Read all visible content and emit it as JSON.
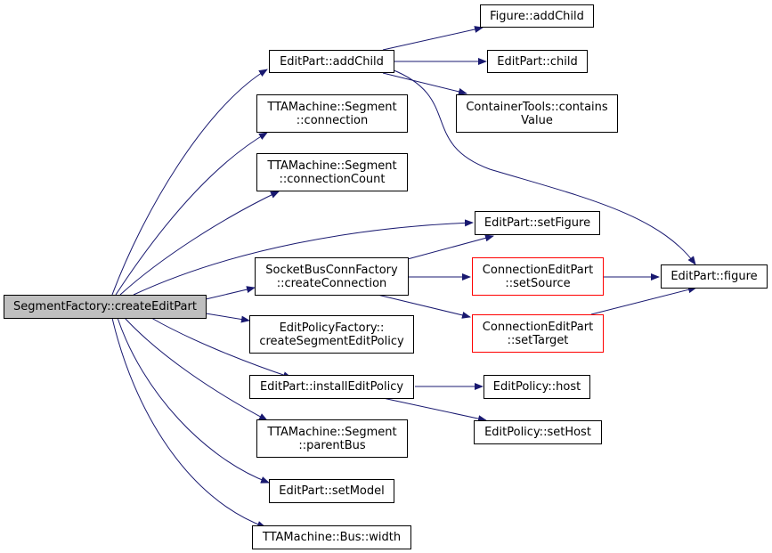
{
  "colors": {
    "edge": "#191970",
    "node_border": "#000000",
    "highlight_border": "#ff0000",
    "root_fill": "#bfbfbf"
  },
  "nodes": {
    "createEditPart": "SegmentFactory::createEditPart",
    "addChild": "EditPart::addChild",
    "figureAddChild": "Figure::addChild",
    "child": "EditPart::child",
    "containsValue": "ContainerTools::contains\nValue",
    "segConnection": "TTAMachine::Segment\n::connection",
    "segConnectionCount": "TTAMachine::Segment\n::connectionCount",
    "setFigure": "EditPart::setFigure",
    "createConnection": "SocketBusConnFactory\n::createConnection",
    "setSource": "ConnectionEditPart\n::setSource",
    "setTarget": "ConnectionEditPart\n::setTarget",
    "figure": "EditPart::figure",
    "createSegmentEditPolicy": "EditPolicyFactory::\ncreateSegmentEditPolicy",
    "installEditPolicy": "EditPart::installEditPolicy",
    "host": "EditPolicy::host",
    "setHost": "EditPolicy::setHost",
    "parentBus": "TTAMachine::Segment\n::parentBus",
    "setModel": "EditPart::setModel",
    "busWidth": "TTAMachine::Bus::width"
  }
}
